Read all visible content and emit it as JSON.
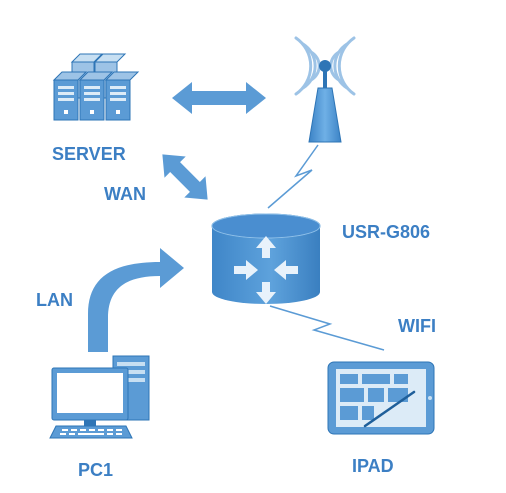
{
  "colors": {
    "primary": "#5b9bd5",
    "dark": "#2e75b6",
    "light": "#9dc3e6",
    "label": "#3c7fc4",
    "link": "#4a8bc9"
  },
  "nodes": {
    "server": {
      "label": "SERVER",
      "icon": "server-rack-icon"
    },
    "antenna": {
      "icon": "antenna-tower-icon"
    },
    "router": {
      "label": "USR-G806",
      "icon": "router-cylinder-icon"
    },
    "pc": {
      "label": "PC1",
      "icon": "desktop-computer-icon"
    },
    "ipad": {
      "label": "IPAD",
      "icon": "tablet-icon"
    }
  },
  "links": {
    "wan": "WAN",
    "lan": "LAN",
    "wifi": "WIFI"
  }
}
